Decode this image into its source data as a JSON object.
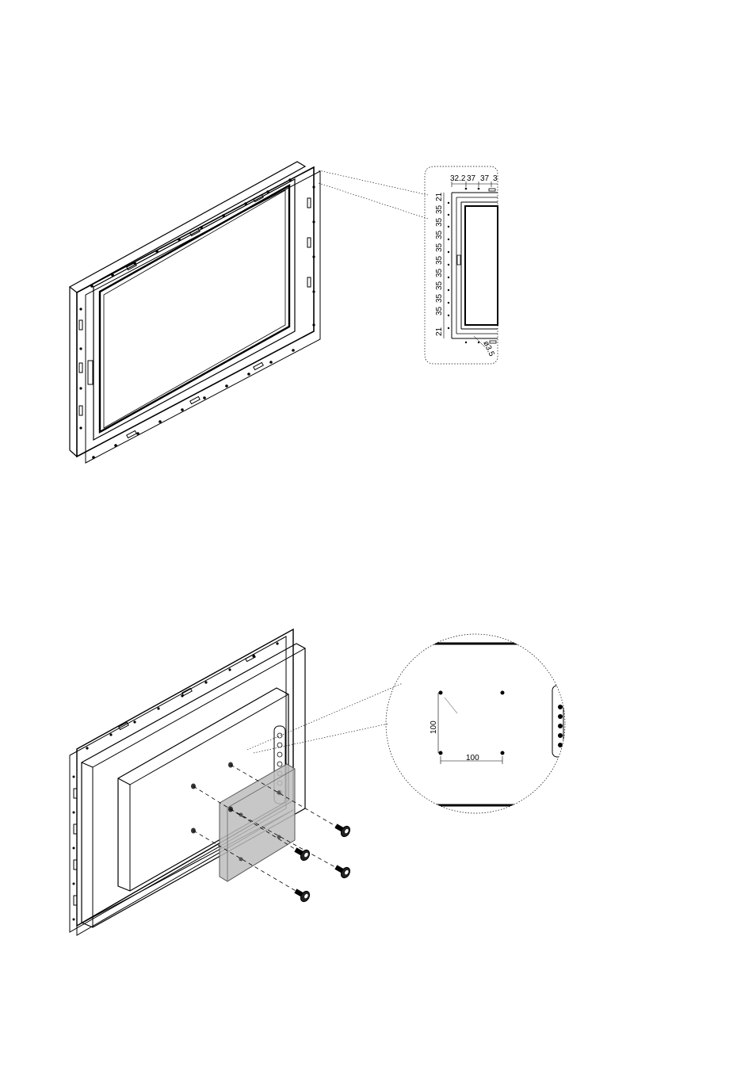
{
  "figure_top": {
    "detail_labels": {
      "top_dims": [
        "32.2",
        "37",
        "37",
        "3"
      ],
      "left_dims": [
        "21",
        "35",
        "35",
        "35",
        "35",
        "35",
        "35",
        "35",
        "35",
        "35",
        "21"
      ],
      "hole_dia": "ø3.5"
    }
  },
  "figure_bottom": {
    "detail_labels": {
      "vesa_vertical": "100",
      "vesa_horizontal": "100"
    }
  }
}
